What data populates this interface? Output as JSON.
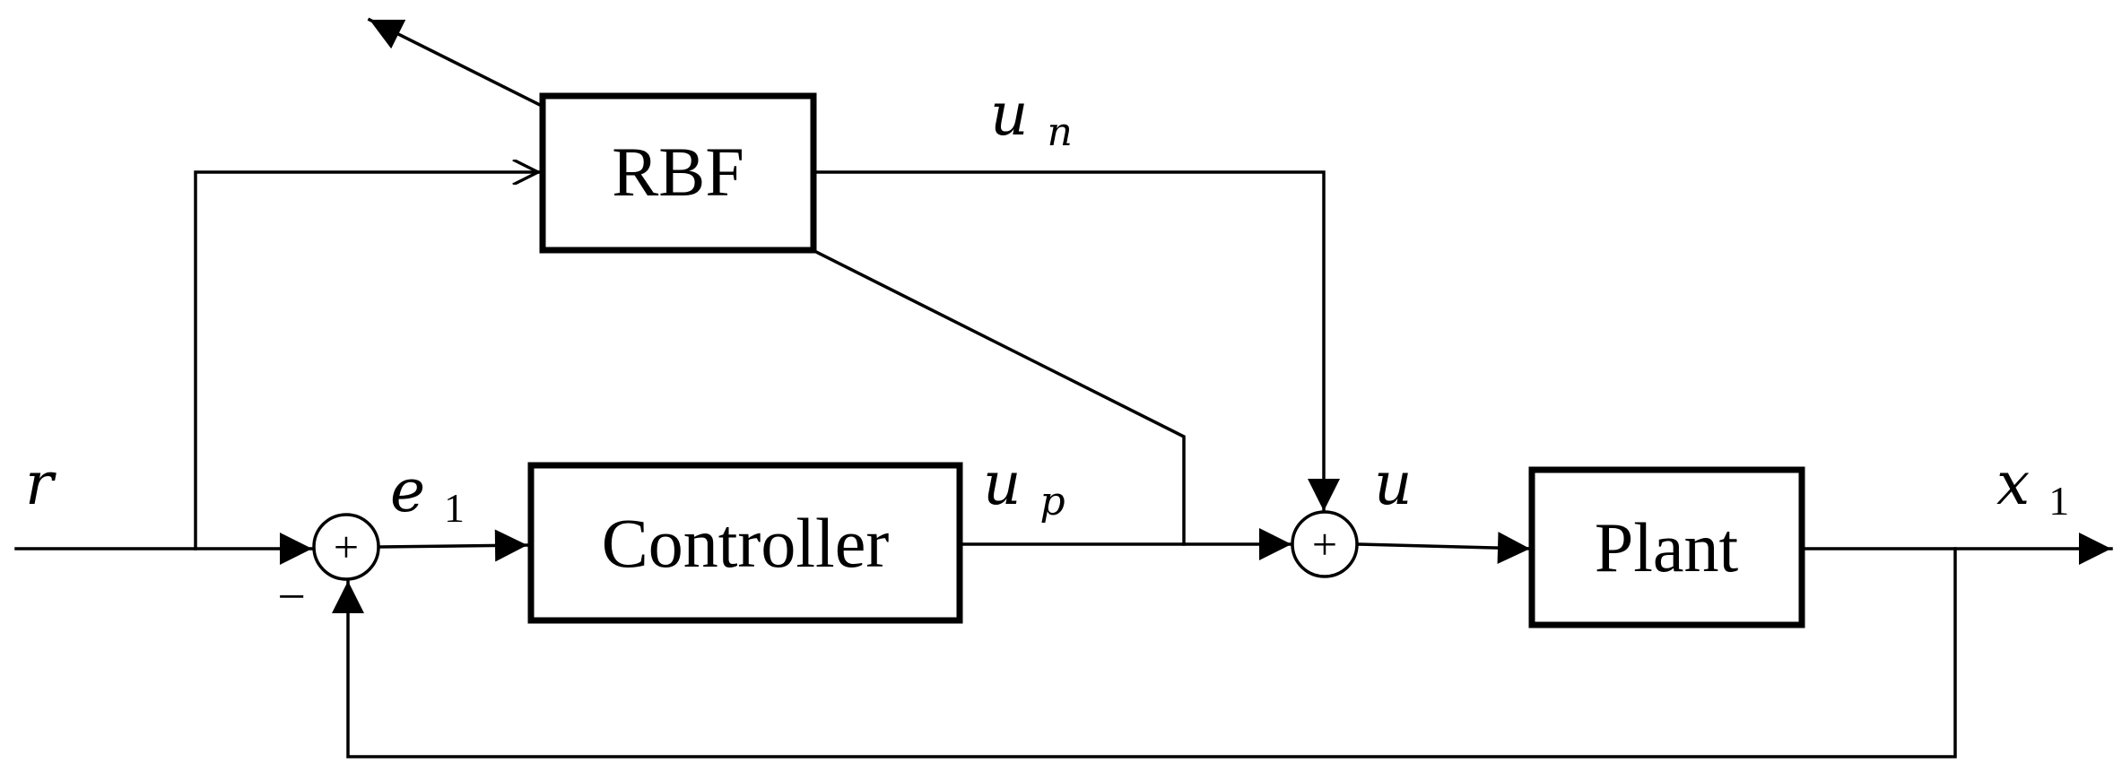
{
  "blocks": {
    "rbf": "RBF",
    "controller": "Controller",
    "plant": "Plant"
  },
  "summing_junctions": {
    "sum1_sign": "+",
    "sum2_sign": "+",
    "sum1_feedback_sign": "−"
  },
  "signals": {
    "r": "r",
    "e": "e",
    "e_sub": "1",
    "u_p": "u",
    "u_p_sub": "p",
    "u_n": "u",
    "u_n_sub": "n",
    "u": "u",
    "x": "x",
    "x_sub": "1"
  },
  "colors": {
    "line": "#000000",
    "background": "#ffffff"
  }
}
